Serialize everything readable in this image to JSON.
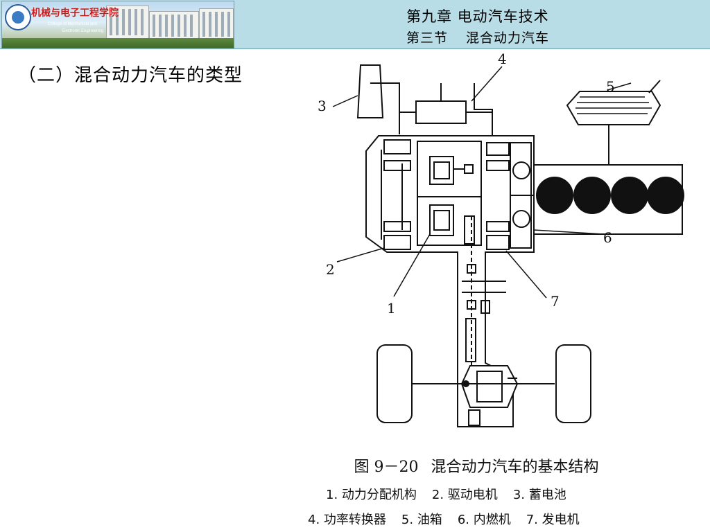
{
  "header": {
    "logo": {
      "title": "机械与电子工程学院",
      "subtitle_line1": "College of Mechanical and",
      "subtitle_line2": "Electronic Engineering"
    },
    "chapter": "第九章  电动汽车技术",
    "section_number": "第三节",
    "section_title": "混合动力汽车",
    "background_color": "#b9dde6"
  },
  "slide": {
    "heading": "（二）混合动力汽车的类型"
  },
  "figure": {
    "callouts": [
      "3",
      "4",
      "5",
      "6",
      "2",
      "1",
      "7"
    ],
    "caption_number": "图 9－20",
    "caption_title": "混合动力汽车的基本结构",
    "legend_row1": [
      "1. 动力分配机构",
      "2. 驱动电机",
      "3. 蓄电池"
    ],
    "legend_row2": [
      "4. 功率转换器",
      "5. 油箱",
      "6. 内燃机",
      "7. 发电机"
    ]
  }
}
